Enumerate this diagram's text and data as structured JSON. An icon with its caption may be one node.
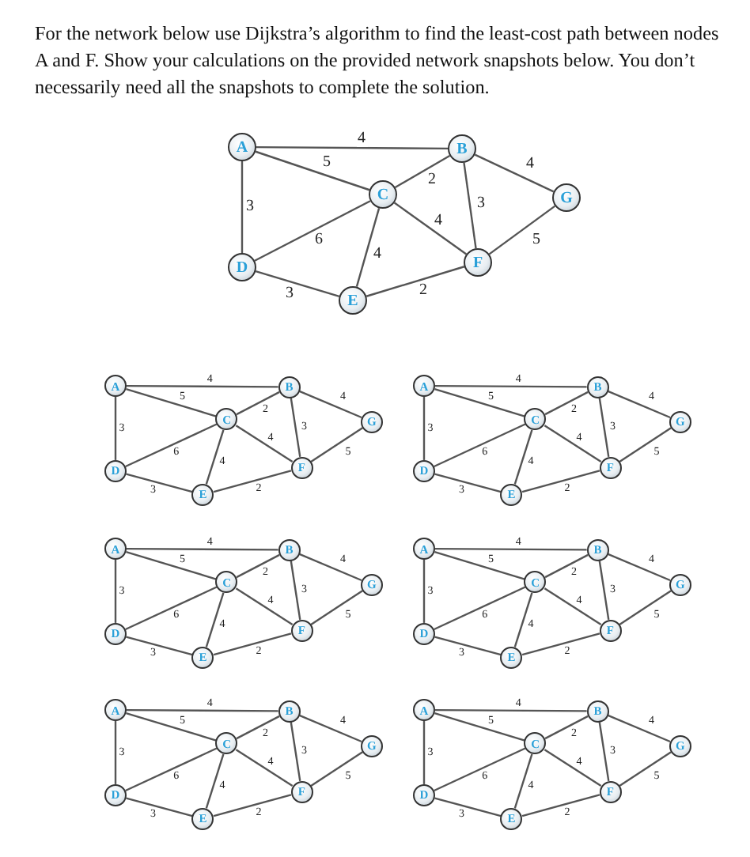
{
  "diagram": {
    "title": "For the network below use Dijkstra’s algorithm to find the least-cost path between nodes A and F. Show your calculations on the provided network snapshots below. You don’t necessarily need all the snapshots to complete the solution.",
    "nodes": [
      {
        "text": [
          "A"
        ]
      },
      {
        "text": [
          "B"
        ]
      },
      {
        "text": [
          "C"
        ]
      },
      {
        "text": [
          "D"
        ]
      },
      {
        "text": [
          "E"
        ]
      },
      {
        "text": [
          "F"
        ]
      },
      {
        "text": [
          "G"
        ]
      },
      {
        "text": [
          "A"
        ]
      },
      {
        "text": [
          "B"
        ]
      },
      {
        "text": [
          "C"
        ]
      },
      {
        "text": [
          "D"
        ]
      },
      {
        "text": [
          "E"
        ]
      },
      {
        "text": [
          "F"
        ]
      },
      {
        "text": [
          "G"
        ]
      },
      {
        "text": [
          "A"
        ]
      },
      {
        "text": [
          "B"
        ]
      },
      {
        "text": [
          "C"
        ]
      },
      {
        "text": [
          "D"
        ]
      },
      {
        "text": [
          "E"
        ]
      },
      {
        "text": [
          "F"
        ]
      },
      {
        "text": [
          "G"
        ]
      },
      {
        "text": [
          "A"
        ]
      },
      {
        "text": [
          "B"
        ]
      },
      {
        "text": [
          "C"
        ]
      },
      {
        "text": [
          "D"
        ]
      },
      {
        "text": [
          "E"
        ]
      },
      {
        "text": [
          "F"
        ]
      },
      {
        "text": [
          "G"
        ]
      },
      {
        "text": [
          "A"
        ]
      },
      {
        "text": [
          "B"
        ]
      },
      {
        "text": [
          "C"
        ]
      },
      {
        "text": [
          "D"
        ]
      },
      {
        "text": [
          "E"
        ]
      },
      {
        "text": [
          "F"
        ]
      },
      {
        "text": [
          "G"
        ]
      },
      {
        "text": [
          "A"
        ]
      },
      {
        "text": [
          "B"
        ]
      },
      {
        "text": [
          "C"
        ]
      },
      {
        "text": [
          "D"
        ]
      },
      {
        "text": [
          "E"
        ]
      },
      {
        "text": [
          "F"
        ]
      },
      {
        "text": [
          "G"
        ]
      },
      {
        "text": [
          "A"
        ]
      },
      {
        "text": [
          "B"
        ]
      },
      {
        "text": [
          "C"
        ]
      },
      {
        "text": [
          "D"
        ]
      },
      {
        "text": [
          "E"
        ]
      },
      {
        "text": [
          "F"
        ]
      },
      {
        "text": [
          "G"
        ]
      }
    ],
    "edges": [
      {
        "from": 0,
        "to": 1,
        "arrow": "none",
        "label": "4"
      },
      {
        "from": 0,
        "to": 2,
        "arrow": "none",
        "label": "5"
      },
      {
        "from": 0,
        "to": 3,
        "arrow": "none",
        "label": "3"
      },
      {
        "from": 2,
        "to": 1,
        "arrow": "none",
        "label": "2"
      },
      {
        "from": 1,
        "to": 5,
        "arrow": "none",
        "label": "3"
      },
      {
        "from": 1,
        "to": 6,
        "arrow": "none",
        "label": "4"
      },
      {
        "from": 2,
        "to": 3,
        "arrow": "none",
        "label": "6"
      },
      {
        "from": 2,
        "to": 4,
        "arrow": "none",
        "label": "4"
      },
      {
        "from": 2,
        "to": 5,
        "arrow": "none",
        "label": "4"
      },
      {
        "from": 5,
        "to": 6,
        "arrow": "none",
        "label": "5"
      },
      {
        "from": 3,
        "to": 4,
        "arrow": "none",
        "label": "3"
      },
      {
        "from": 4,
        "to": 5,
        "arrow": "none",
        "label": "2"
      },
      {
        "from": 7,
        "to": 8,
        "arrow": "none",
        "label": "4"
      },
      {
        "from": 7,
        "to": 9,
        "arrow": "none",
        "label": "5"
      },
      {
        "from": 7,
        "to": 10,
        "arrow": "none",
        "label": "3"
      },
      {
        "from": 9,
        "to": 8,
        "arrow": "none",
        "label": "2"
      },
      {
        "from": 8,
        "to": 12,
        "arrow": "none",
        "label": "3"
      },
      {
        "from": 8,
        "to": 13,
        "arrow": "none",
        "label": "4"
      },
      {
        "from": 9,
        "to": 10,
        "arrow": "none",
        "label": "6"
      },
      {
        "from": 9,
        "to": 11,
        "arrow": "none",
        "label": "4"
      },
      {
        "from": 9,
        "to": 12,
        "arrow": "none",
        "label": "4"
      },
      {
        "from": 12,
        "to": 13,
        "arrow": "none",
        "label": "5"
      },
      {
        "from": 10,
        "to": 11,
        "arrow": "none",
        "label": "3"
      },
      {
        "from": 11,
        "to": 12,
        "arrow": "none",
        "label": "2"
      },
      {
        "from": 14,
        "to": 15,
        "arrow": "none",
        "label": "4"
      },
      {
        "from": 14,
        "to": 16,
        "arrow": "none",
        "label": "5"
      },
      {
        "from": 14,
        "to": 17,
        "arrow": "none",
        "label": "3"
      },
      {
        "from": 16,
        "to": 15,
        "arrow": "none",
        "label": "2"
      },
      {
        "from": 15,
        "to": 19,
        "arrow": "none",
        "label": "3"
      },
      {
        "from": 15,
        "to": 20,
        "arrow": "none",
        "label": "4"
      },
      {
        "from": 16,
        "to": 17,
        "arrow": "none",
        "label": "6"
      },
      {
        "from": 16,
        "to": 18,
        "arrow": "none",
        "label": "4"
      },
      {
        "from": 16,
        "to": 19,
        "arrow": "none",
        "label": "4"
      },
      {
        "from": 19,
        "to": 20,
        "arrow": "none",
        "label": "5"
      },
      {
        "from": 17,
        "to": 18,
        "arrow": "none",
        "label": "3"
      },
      {
        "from": 18,
        "to": 19,
        "arrow": "none",
        "label": "2"
      },
      {
        "from": 21,
        "to": 22,
        "arrow": "none",
        "label": "4"
      },
      {
        "from": 21,
        "to": 23,
        "arrow": "none",
        "label": "5"
      },
      {
        "from": 21,
        "to": 24,
        "arrow": "none",
        "label": "3"
      },
      {
        "from": 23,
        "to": 22,
        "arrow": "none",
        "label": "2"
      },
      {
        "from": 22,
        "to": 26,
        "arrow": "none",
        "label": "3"
      },
      {
        "from": 22,
        "to": 27,
        "arrow": "none",
        "label": "4"
      },
      {
        "from": 23,
        "to": 24,
        "arrow": "none",
        "label": "6"
      },
      {
        "from": 23,
        "to": 25,
        "arrow": "none",
        "label": "4"
      },
      {
        "from": 23,
        "to": 26,
        "arrow": "none",
        "label": "4"
      },
      {
        "from": 26,
        "to": 27,
        "arrow": "none",
        "label": "5"
      },
      {
        "from": 24,
        "to": 25,
        "arrow": "none",
        "label": "3"
      },
      {
        "from": 25,
        "to": 26,
        "arrow": "none",
        "label": "2"
      },
      {
        "from": 28,
        "to": 29,
        "arrow": "none",
        "label": "4"
      },
      {
        "from": 28,
        "to": 30,
        "arrow": "none",
        "label": "5"
      },
      {
        "from": 28,
        "to": 31,
        "arrow": "none",
        "label": "3"
      },
      {
        "from": 30,
        "to": 29,
        "arrow": "none",
        "label": "2"
      },
      {
        "from": 29,
        "to": 33,
        "arrow": "none",
        "label": "3"
      },
      {
        "from": 29,
        "to": 34,
        "arrow": "none",
        "label": "4"
      },
      {
        "from": 30,
        "to": 31,
        "arrow": "none",
        "label": "6"
      },
      {
        "from": 30,
        "to": 32,
        "arrow": "none",
        "label": "4"
      },
      {
        "from": 30,
        "to": 33,
        "arrow": "none",
        "label": "4"
      },
      {
        "from": 33,
        "to": 34,
        "arrow": "none",
        "label": "5"
      },
      {
        "from": 31,
        "to": 32,
        "arrow": "none",
        "label": "3"
      },
      {
        "from": 32,
        "to": 33,
        "arrow": "none",
        "label": "2"
      },
      {
        "from": 35,
        "to": 36,
        "arrow": "none",
        "label": "4"
      },
      {
        "from": 35,
        "to": 37,
        "arrow": "none",
        "label": "5"
      },
      {
        "from": 35,
        "to": 38,
        "arrow": "none",
        "label": "3"
      },
      {
        "from": 37,
        "to": 36,
        "arrow": "none",
        "label": "2"
      },
      {
        "from": 36,
        "to": 40,
        "arrow": "none",
        "label": "3"
      },
      {
        "from": 36,
        "to": 41,
        "arrow": "none",
        "label": "4"
      },
      {
        "from": 37,
        "to": 38,
        "arrow": "none",
        "label": "6"
      },
      {
        "from": 37,
        "to": 39,
        "arrow": "none",
        "label": "4"
      },
      {
        "from": 37,
        "to": 40,
        "arrow": "none",
        "label": "4"
      },
      {
        "from": 40,
        "to": 41,
        "arrow": "none",
        "label": "5"
      },
      {
        "from": 38,
        "to": 39,
        "arrow": "none",
        "label": "3"
      },
      {
        "from": 39,
        "to": 40,
        "arrow": "none",
        "label": "2"
      },
      {
        "from": 42,
        "to": 43,
        "arrow": "none",
        "label": "4"
      },
      {
        "from": 42,
        "to": 44,
        "arrow": "none",
        "label": "5"
      },
      {
        "from": 42,
        "to": 45,
        "arrow": "none",
        "label": "3"
      },
      {
        "from": 44,
        "to": 43,
        "arrow": "none",
        "label": "2"
      },
      {
        "from": 43,
        "to": 47,
        "arrow": "none",
        "label": "3"
      },
      {
        "from": 43,
        "to": 48,
        "arrow": "none",
        "label": "4"
      },
      {
        "from": 44,
        "to": 45,
        "arrow": "none",
        "label": "6"
      },
      {
        "from": 44,
        "to": 46,
        "arrow": "none",
        "label": "4"
      },
      {
        "from": 44,
        "to": 47,
        "arrow": "none",
        "label": "4"
      },
      {
        "from": 47,
        "to": 48,
        "arrow": "none",
        "label": "5"
      },
      {
        "from": 45,
        "to": 46,
        "arrow": "none",
        "label": "3"
      },
      {
        "from": 46,
        "to": 47,
        "arrow": "none",
        "label": "2"
      }
    ]
  }
}
